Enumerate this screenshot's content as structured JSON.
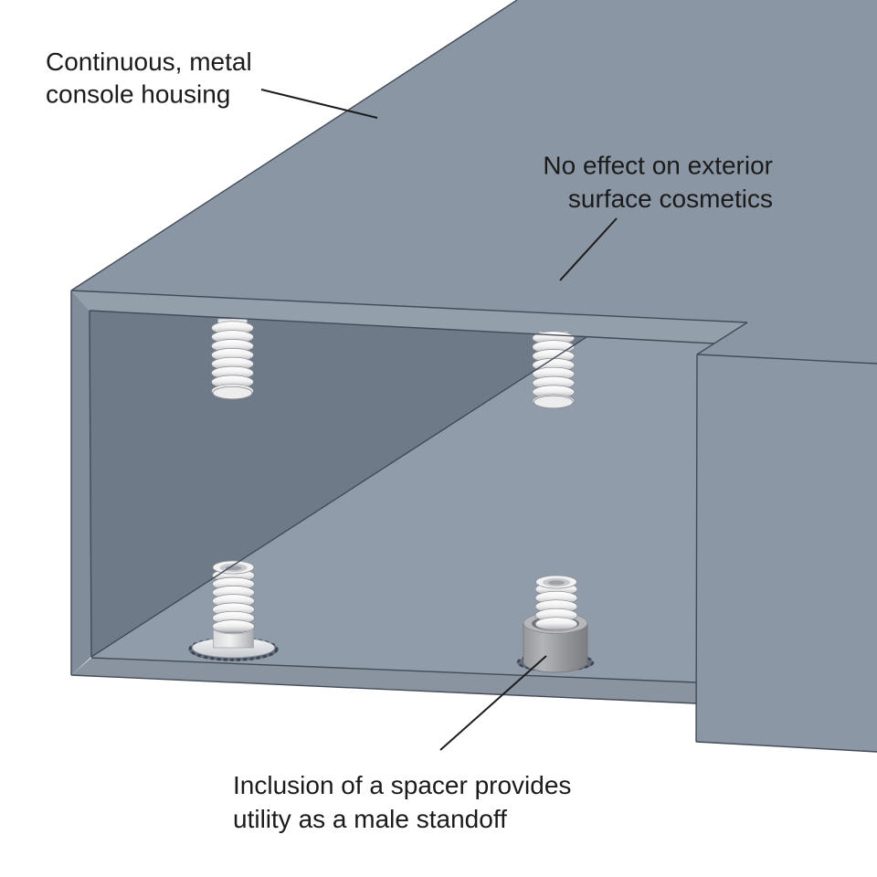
{
  "diagram": {
    "type": "cad-callout-illustration",
    "subject": "Sheet-metal console housing cutaway with self-clinching threaded studs and spacer standoff",
    "background": "#ffffff"
  },
  "labels": {
    "housing": {
      "line1": "Continuous, metal",
      "line2": "console housing"
    },
    "cosmetics": {
      "line1": "No effect on exterior",
      "line2": "surface cosmetics"
    },
    "spacer": {
      "line1": "Inclusion of a spacer provides",
      "line2": "utility as a male standoff"
    }
  },
  "palette": {
    "top_surface": "#8B96A4",
    "top_wall_section": "#949FAC",
    "left_wall": "#828D9B",
    "interior_floor": "#919CAA",
    "interior_back_wall": "#6F7A88",
    "bottom_wall_section": "#8A94A1",
    "mating_panel": "#8C97A5",
    "edge_line": "#434B57",
    "leader_line": "#1c1c1c",
    "stud_bright": "#F2F2F3",
    "spacer_gray": "#9A9B9F",
    "text": "#1b1b1b"
  }
}
